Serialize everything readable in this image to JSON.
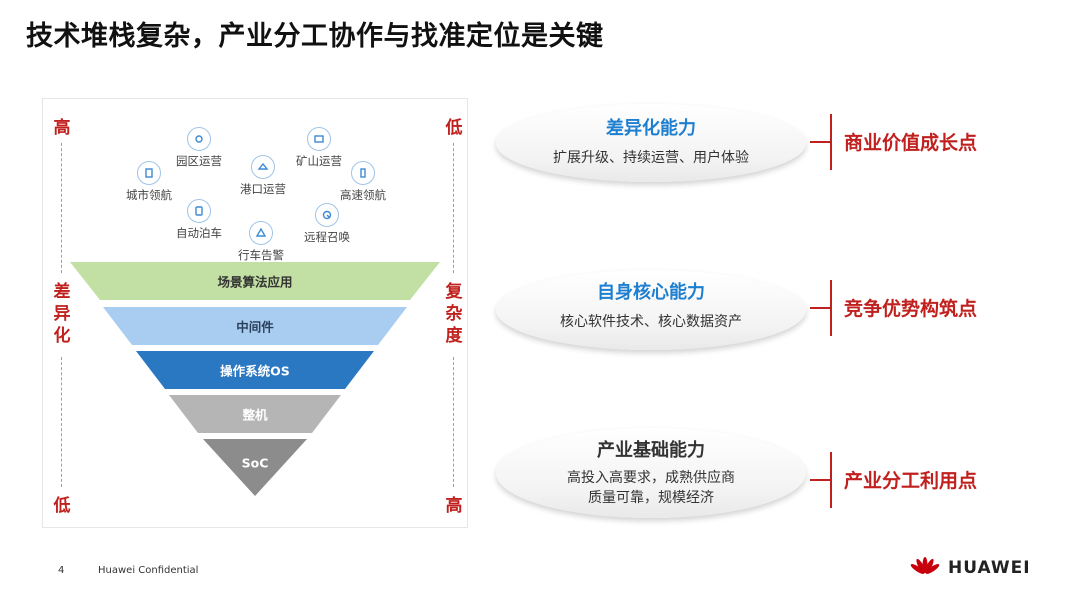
{
  "title": "技术堆栈复杂，产业分工协作与找准定位是关键",
  "diagram": {
    "left_top": "高",
    "left_bottom": "低",
    "left_axis_label": [
      "差",
      "异",
      "化"
    ],
    "right_top": "低",
    "right_bottom": "高",
    "right_axis_label": [
      "复",
      "杂",
      "度"
    ],
    "scenarios": [
      {
        "label": "园区运营",
        "icon": "campus-icon"
      },
      {
        "label": "矿山运营",
        "icon": "mine-icon"
      },
      {
        "label": "城市领航",
        "icon": "city-nav-icon"
      },
      {
        "label": "港口运营",
        "icon": "port-icon"
      },
      {
        "label": "高速领航",
        "icon": "highway-icon"
      },
      {
        "label": "自动泊车",
        "icon": "parking-icon"
      },
      {
        "label": "远程召唤",
        "icon": "remote-summon-icon"
      },
      {
        "label": "行车告警",
        "icon": "driving-alert-icon"
      }
    ],
    "layers": [
      {
        "label": "场景算法应用",
        "color": "#c3e0a4",
        "text_color": "#333333"
      },
      {
        "label": "中间件",
        "color": "#a9cdf0",
        "text_color": "#2a3f5a"
      },
      {
        "label": "操作系统OS",
        "color": "#2b78c2",
        "text_color": "#ffffff"
      },
      {
        "label": "整机",
        "color": "#b5b5b5",
        "text_color": "#ffffff"
      },
      {
        "label": "SoC",
        "color": "#8c8c8c",
        "text_color": "#ffffff"
      }
    ]
  },
  "capabilities": [
    {
      "title": "差异化能力",
      "title_color": "#1e7fd0",
      "desc": [
        "扩展升级、持续运营、用户体验"
      ],
      "point": "商业价值成长点"
    },
    {
      "title": "自身核心能力",
      "title_color": "#1e7fd0",
      "desc": [
        "核心软件技术、核心数据资产"
      ],
      "point": "竞争优势构筑点"
    },
    {
      "title": "产业基础能力",
      "title_color": "#333333",
      "desc": [
        "高投入高要求，成熟供应商",
        "质量可靠，规模经济"
      ],
      "point": "产业分工利用点"
    }
  ],
  "footer": {
    "page": "4",
    "confidential": "Huawei Confidential"
  },
  "brand": {
    "name": "HUAWEI",
    "color": "#c7000b"
  }
}
